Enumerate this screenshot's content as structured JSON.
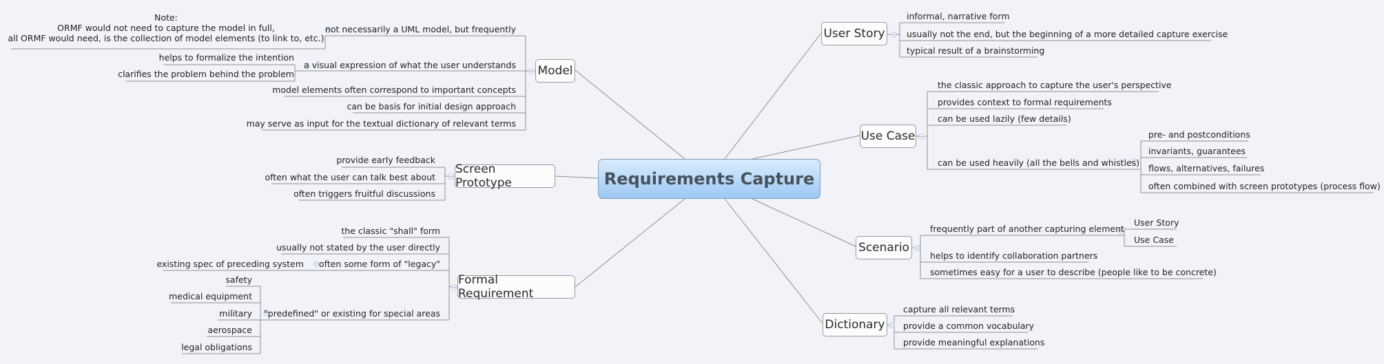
{
  "root": {
    "label": "Requirements Capture"
  },
  "branches": {
    "model": {
      "label": "Model",
      "note": [
        "Note:",
        "ORMF would not need to capture the model in full,",
        "all ORMF would need, is the collection of model elements (to link to, etc.)"
      ],
      "items": [
        "not necessarily a UML model, but frequently",
        "a visual expression of what the user understands",
        "helps to formalize the intention",
        "clarifies the problem behind the problem",
        "model elements often correspond to important concepts",
        "can be basis for initial design approach",
        "may serve as input for the textual dictionary of relevant terms"
      ]
    },
    "screen_prototype": {
      "label": "Screen Prototype",
      "items": [
        "provide early feedback",
        "often what the user can talk best about",
        "often triggers fruitful discussions"
      ]
    },
    "formal_requirement": {
      "label": "Formal Requirement",
      "items": [
        "the classic \"shall\" form",
        "usually not stated by the user directly",
        "often some form of \"legacy\"",
        "existing spec of preceding system",
        "\"predefined\" or existing for special areas",
        "safety",
        "medical equipment",
        "military",
        "aerospace",
        "legal obligations"
      ]
    },
    "user_story": {
      "label": "User Story",
      "items": [
        "informal, narrative form",
        "usually not the end, but the beginning of a more detailed capture exercise",
        "typical result of a brainstorming"
      ]
    },
    "use_case": {
      "label": "Use Case",
      "items": [
        "the classic approach to capture the user's perspective",
        "provides context to formal requirements",
        "can be used lazily (few details)",
        "can be used heavily (all the bells and whistles)",
        "pre- and postconditions",
        "invariants, guarantees",
        "flows, alternatives, failures",
        "often combined with screen prototypes (process flow)"
      ]
    },
    "scenario": {
      "label": "Scenario",
      "items": [
        "frequently part of another capturing element",
        "User Story",
        "Use Case",
        "helps to identify collaboration partners",
        "sometimes easy for a user to describe (people like to be concrete)"
      ]
    },
    "dictionary": {
      "label": "Dictionary",
      "items": [
        "capture all relevant terms",
        "provide a common vocabulary",
        "provide meaningful explanations"
      ]
    }
  },
  "colors": {
    "line": "#8a8a8a",
    "root_fill_top": "#d9ecfd",
    "root_fill_bottom": "#9cc8f4",
    "collapse": "#9fb4d2"
  }
}
